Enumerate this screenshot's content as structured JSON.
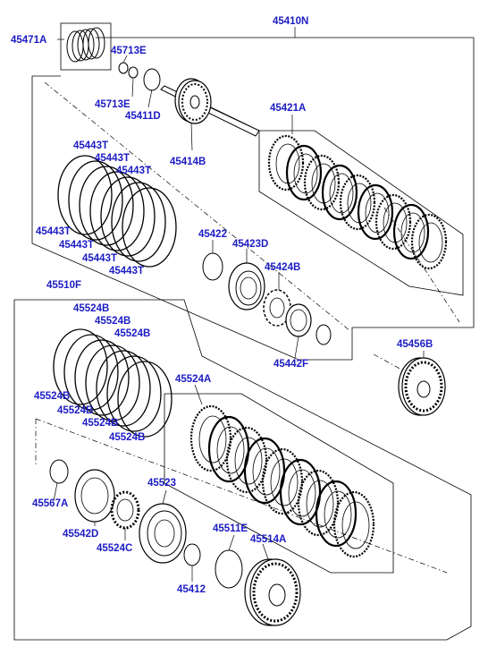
{
  "labels": {
    "l45410N": "45410N",
    "l45471A": "45471A",
    "l45713E_a": "45713E",
    "l45713E_b": "45713E",
    "l45411D": "45411D",
    "l45421A": "45421A",
    "l45414B": "45414B",
    "l45443T_1": "45443T",
    "l45443T_2": "45443T",
    "l45443T_3": "45443T",
    "l45443T_4": "45443T",
    "l45443T_5": "45443T",
    "l45443T_6": "45443T",
    "l45443T_7": "45443T",
    "l45422": "45422",
    "l45423D": "45423D",
    "l45424B": "45424B",
    "l45442F": "45442F",
    "l45510F": "45510F",
    "l45524B_1": "45524B",
    "l45524B_2": "45524B",
    "l45524B_3": "45524B",
    "l45524B_4": "45524B",
    "l45524B_5": "45524B",
    "l45524B_6": "45524B",
    "l45524B_7": "45524B",
    "l45456B": "45456B",
    "l45524A": "45524A",
    "l45567A": "45567A",
    "l45542D": "45542D",
    "l45524C": "45524C",
    "l45523": "45523",
    "l45511E": "45511E",
    "l45514A": "45514A",
    "l45412": "45412"
  },
  "colors": {
    "part_number": "#1c1cc4",
    "line": "#000000"
  }
}
